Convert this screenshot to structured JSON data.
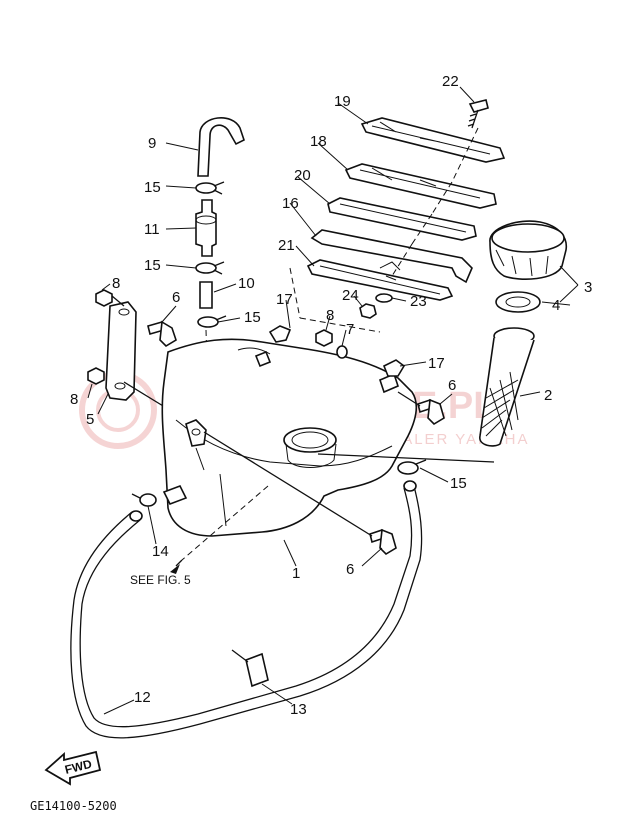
{
  "diagram": {
    "drawing_code": "GE14100-5200",
    "note_see_fig": "SEE FIG. 5",
    "fwd_label": "FWD",
    "watermark": {
      "main": "YAMA-SO-EE.PL",
      "sub": "WOJCIECH GAŁECKI DEALER YAMAHA"
    },
    "callouts": {
      "c1": "1",
      "c2": "2",
      "c3": "3",
      "c4": "4",
      "c5": "5",
      "c6a": "6",
      "c6b": "6",
      "c6c": "6",
      "c7": "7",
      "c8a": "8",
      "c8b": "8",
      "c8c": "8",
      "c9": "9",
      "c10": "10",
      "c11": "11",
      "c12": "12",
      "c13": "13",
      "c14": "14",
      "c15a": "15",
      "c15b": "15",
      "c15c": "15",
      "c15d": "15",
      "c16": "16",
      "c17a": "17",
      "c17b": "17",
      "c18": "18",
      "c19": "19",
      "c20": "20",
      "c21": "21",
      "c22": "22",
      "c23": "23",
      "c24": "24"
    }
  }
}
